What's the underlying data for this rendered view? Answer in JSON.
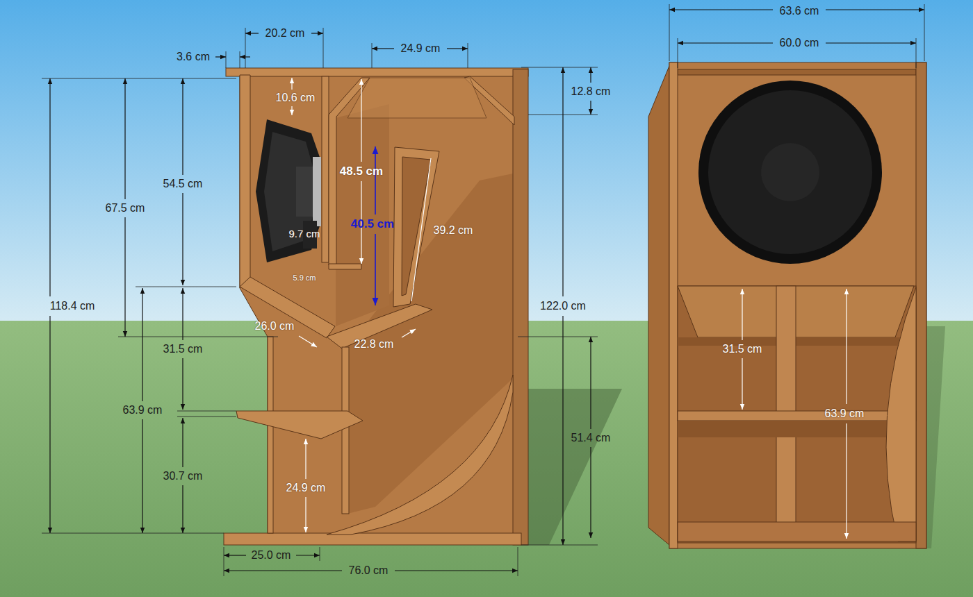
{
  "diagram": {
    "labels": [
      "20.2 cm",
      "24.9 cm",
      "3.6 cm",
      "10.6 cm",
      "12.8 cm",
      "54.5 cm",
      "67.5 cm",
      "48.5 cm",
      "40.5 cm",
      "39.2 cm",
      "9.7 cm",
      "5.9 cm",
      "118.4 cm",
      "122.0 cm",
      "26.0 cm",
      "22.8 cm",
      "31.5 cm",
      "63.9 cm",
      "30.7 cm",
      "24.9 cm",
      "51.4 cm",
      "25.0 cm",
      "76.0 cm",
      "63.6 cm",
      "60.0 cm",
      "31.5 cm",
      "63.9 cm"
    ]
  }
}
